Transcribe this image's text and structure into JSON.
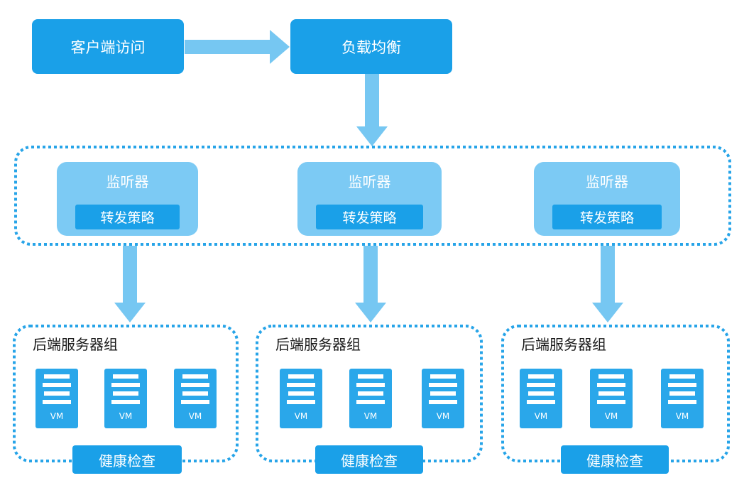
{
  "colors": {
    "primary": "#1aa0e8",
    "light": "#7ccaf4",
    "arrow": "#76c7f2",
    "dot": "#27a4e8"
  },
  "client_label": "客户端访问",
  "lb_label": "负载均衡",
  "listeners": [
    {
      "title": "监听器",
      "policy": "转发策略"
    },
    {
      "title": "监听器",
      "policy": "转发策略"
    },
    {
      "title": "监听器",
      "policy": "转发策略"
    }
  ],
  "groups": [
    {
      "title": "后端服务器组",
      "vms": [
        "VM",
        "VM",
        "VM"
      ],
      "health": "健康检查"
    },
    {
      "title": "后端服务器组",
      "vms": [
        "VM",
        "VM",
        "VM"
      ],
      "health": "健康检查"
    },
    {
      "title": "后端服务器组",
      "vms": [
        "VM",
        "VM",
        "VM"
      ],
      "health": "健康检查"
    }
  ],
  "icons": {
    "vm": "server-rack-icon",
    "arrow": "arrow-icon"
  }
}
